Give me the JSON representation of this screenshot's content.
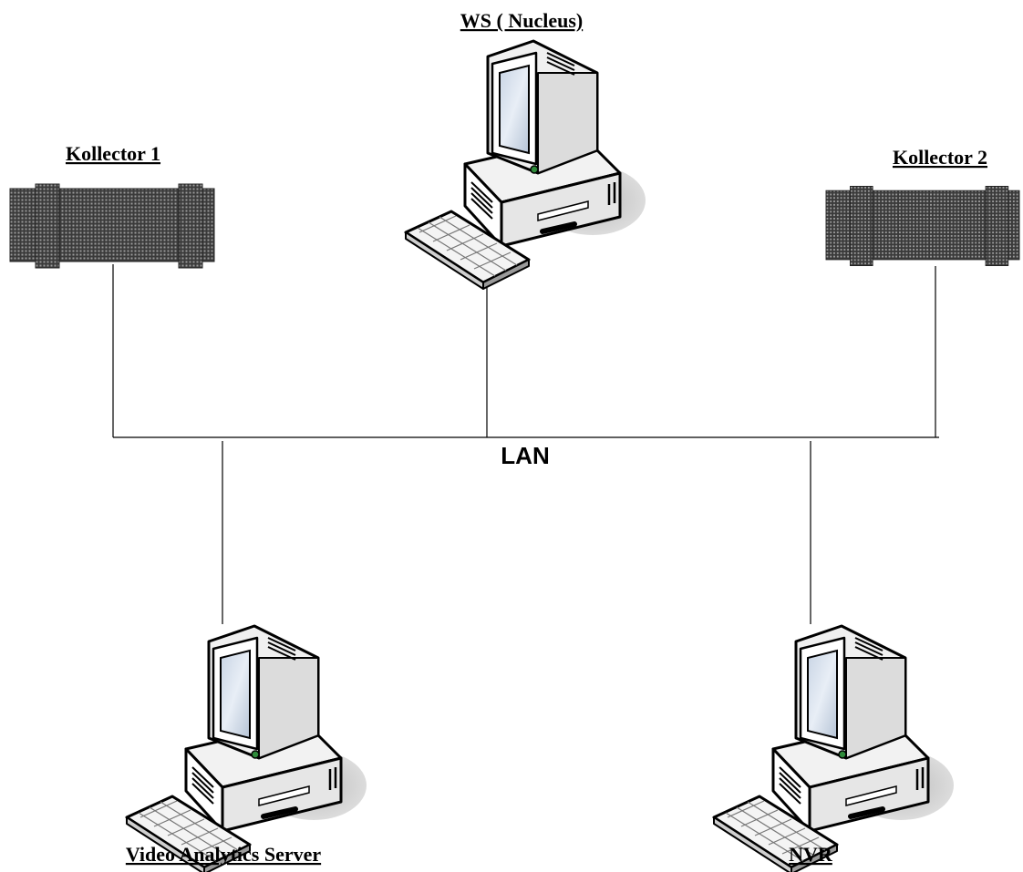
{
  "diagram": {
    "nodes": {
      "ws": {
        "label": "WS ( Nucleus)",
        "kind": "computer"
      },
      "kollector1": {
        "label": "Kollector 1",
        "kind": "panel"
      },
      "kollector2": {
        "label": "Kollector 2",
        "kind": "panel"
      },
      "video_analytics": {
        "label": "Video Analytics Server",
        "kind": "computer"
      },
      "nvr": {
        "label": "NVR",
        "kind": "computer"
      }
    },
    "network": {
      "label": "LAN"
    }
  }
}
